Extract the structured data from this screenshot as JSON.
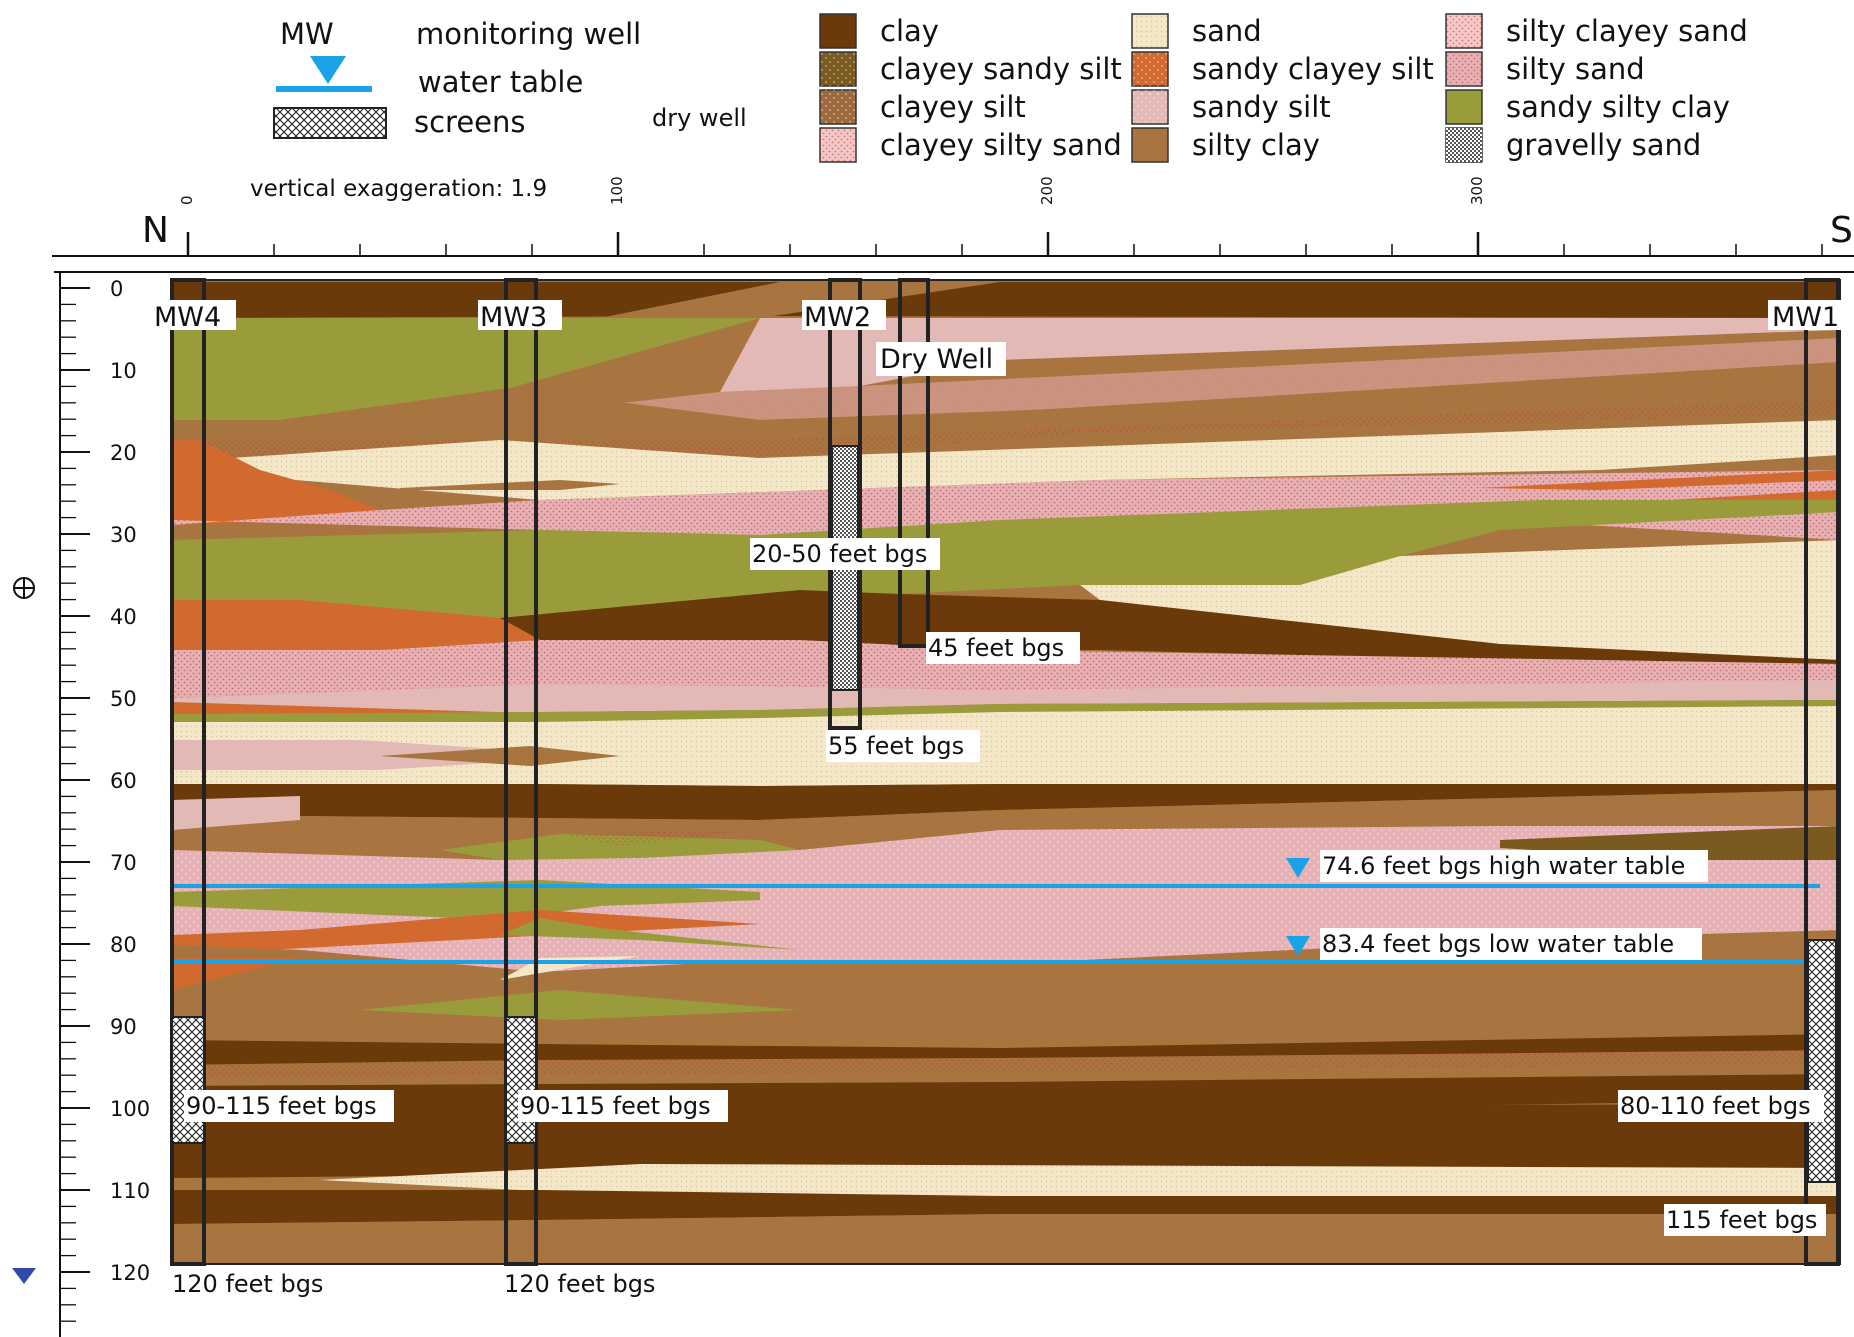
{
  "legend": {
    "mw_abbrev": "MW",
    "monitoring_well": "monitoring well",
    "water_table": "water table",
    "screens": "screens",
    "dry_well": "dry well",
    "vertical_exaggeration": "vertical exaggeration: 1.9",
    "items": [
      {
        "label": "clay",
        "color": "#6b3a0a",
        "pattern": "none"
      },
      {
        "label": "clayey sandy silt",
        "color": "#7a5a1e",
        "pattern": "dots"
      },
      {
        "label": "clayey silt",
        "color": "#9c6a3c",
        "pattern": "dots"
      },
      {
        "label": "clayey silty sand",
        "color": "#f3c8c8",
        "pattern": "red-dots"
      },
      {
        "label": "sand",
        "color": "#f3e7c8",
        "pattern": "fine-dots"
      },
      {
        "label": "sandy clayey silt",
        "color": "#d2692e",
        "pattern": "dots"
      },
      {
        "label": "sandy silt",
        "color": "#e3b9b6",
        "pattern": "dots"
      },
      {
        "label": "silty clay",
        "color": "#a8743f",
        "pattern": "none"
      },
      {
        "label": "silty clayey sand",
        "color": "#f6c9c9",
        "pattern": "red-dots"
      },
      {
        "label": "silty sand",
        "color": "#e6b1b4",
        "pattern": "red-dots"
      },
      {
        "label": "sandy silty clay",
        "color": "#9a9c3c",
        "pattern": "none"
      },
      {
        "label": "gravelly sand",
        "color": "#f2f2f2",
        "pattern": "check"
      }
    ]
  },
  "axis": {
    "north": "N",
    "south": "S",
    "x_ticks": [
      "0",
      "100",
      "200",
      "300"
    ],
    "y_ticks": [
      "0",
      "10",
      "20",
      "30",
      "40",
      "50",
      "60",
      "70",
      "80",
      "90",
      "100",
      "110",
      "120"
    ]
  },
  "wells": {
    "mw4": "MW4",
    "mw3": "MW3",
    "mw2": "MW2",
    "mw1": "MW1",
    "dry_well": "Dry Well"
  },
  "annotations": {
    "mw2_screen": "20-50 feet bgs",
    "dry_well_depth": "45 feet bgs",
    "mw2_depth": "55 feet bgs",
    "high_wt": "74.6 feet bgs high water table",
    "low_wt": "83.4 feet bgs low water table",
    "mw4_screen": "90-115 feet bgs",
    "mw3_screen": "90-115 feet bgs",
    "mw1_screen": "80-110 feet bgs",
    "mw1_depth": "115 feet bgs",
    "mw4_depth": "120 feet bgs",
    "mw3_depth": "120 feet bgs"
  },
  "colors": {
    "water": "#1aa3e6",
    "clay": "#6b3a0a",
    "silty_clay": "#a8743f",
    "sandy_silty_clay": "#9a9c3c",
    "sand": "#f3e7c8",
    "sandy_silt": "#e3b9b6",
    "silty_sand": "#e6b1b4",
    "sandy_clayey_silt": "#d2692e",
    "clayey_sandy_silt": "#7a5a1e"
  }
}
